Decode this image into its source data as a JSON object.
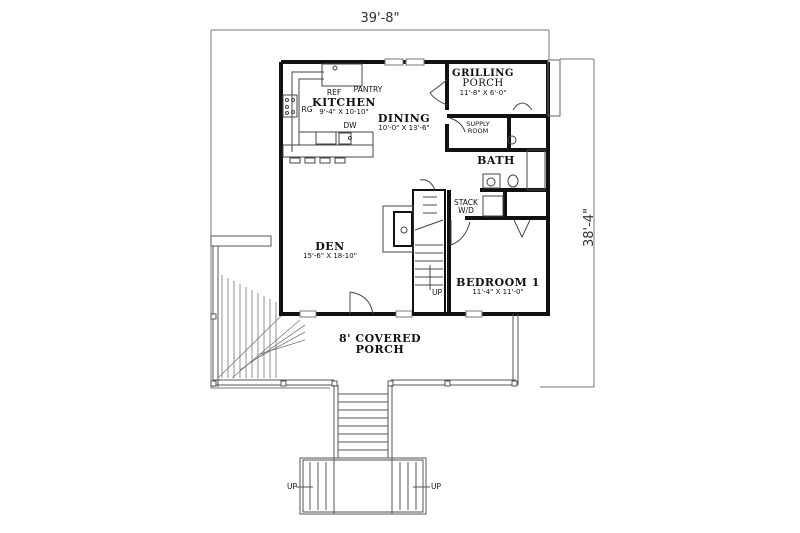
{
  "plan": {
    "overall_width": "39'-8\"",
    "overall_depth": "38'-4\"",
    "rooms": [
      {
        "id": "kitchen",
        "name": "KITCHEN",
        "size": "9'-4\" X 10-10\""
      },
      {
        "id": "dining",
        "name": "DINING",
        "size": "10'-0\" X 13'-6\""
      },
      {
        "id": "grilling_porch",
        "name": "GRILLING PORCH",
        "size": "11'-8\" X 6'-0\""
      },
      {
        "id": "bath",
        "name": "BATH",
        "size": ""
      },
      {
        "id": "den",
        "name": "DEN",
        "size": "15'-6\" X 18-10\""
      },
      {
        "id": "bedroom1",
        "name": "BEDROOM 1",
        "size": "11'-4\" X 11'-0\""
      },
      {
        "id": "covered_porch",
        "name": "8' COVERED PORCH",
        "size": ""
      }
    ],
    "fixtures": {
      "ref": "REF",
      "pantry": "PANTRY",
      "range": "RG",
      "dishwasher": "DW",
      "supply_room": "SUPPLY ROOM",
      "stack_wd": "STACK W/D",
      "stair_up": "UP",
      "entry_up_left": "UP",
      "entry_up_right": "UP"
    }
  },
  "labels": {
    "grilling_1": "GRILLING",
    "grilling_2": "PORCH",
    "supply_1": "SUPPLY",
    "supply_2": "ROOM",
    "stack_1": "STACK",
    "stack_2": "W/D",
    "porch_1": "8' COVERED",
    "porch_2": "PORCH"
  }
}
